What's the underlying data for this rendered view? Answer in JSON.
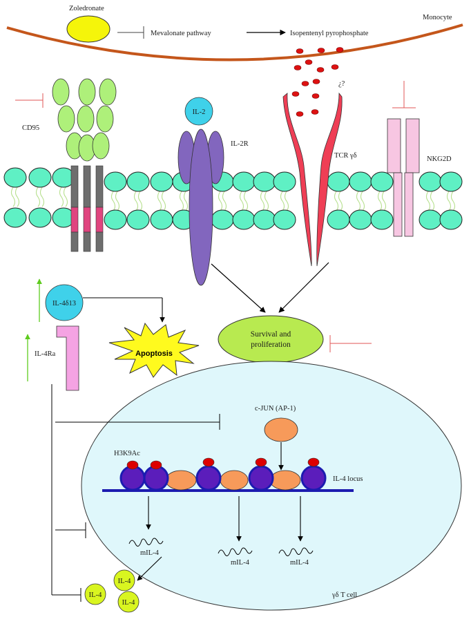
{
  "labels": {
    "zoledronate": "Zoledronate",
    "monocyte": "Monocyte",
    "mevalonate": "Mevalonate pathway",
    "ipp": "Isopentenyl pyrophosphate",
    "question": "¿?",
    "cd95": "CD95",
    "il2": "IL-2",
    "il2r": "IL-2R",
    "tcr": "TCR γδ",
    "nkg2d": "NKG2D",
    "il4d13": "IL-4δ13",
    "il4ra": "IL-4Ra",
    "apoptosis": "Apoptosis",
    "survival_line1": "Survival and",
    "survival_line2": "proliferation",
    "cjun": "c-JUN (AP-1)",
    "h3k9ac": "H3K9Ac",
    "il4_locus": "IL-4 locus",
    "mil4": "mIL-4",
    "il4": "IL-4",
    "gdtcell": "γδ T cell"
  },
  "colors": {
    "monocyte_membrane": "#c4561b",
    "zoledronate": "#f5f50a",
    "ipp_dot": "#dd1111",
    "lipid_head": "#5ff0c4",
    "lipid_tail": "#b7e08f",
    "cd95_light": "#aef07a",
    "cd95_dark": "#6e6e6e",
    "cd95_pink": "#e0457f",
    "il2": "#3fd1ea",
    "il2r": "#8266be",
    "tcr": "#ef3e55",
    "nkg2d": "#f7c6e2",
    "il4d13": "#3fd1ea",
    "il4ra": "#f5a3e3",
    "apoptosis": "#fffa1e",
    "survival": "#b8ea50",
    "nucleus": "#dff7fb",
    "cjun": "#f79a5a",
    "nucleosome": "#5b1dbb",
    "acetyl_mark": "#dd0000",
    "dna": "#1b1bb0",
    "il4_secreted": "#d9f520",
    "inhibition_red": "#e05555",
    "up_arrow_green": "#5ecb1e"
  },
  "icons": [
    "zoledronate-ellipse",
    "membrane-lipid",
    "inhibition-bar",
    "activation-arrow",
    "mrna-squiggle"
  ]
}
